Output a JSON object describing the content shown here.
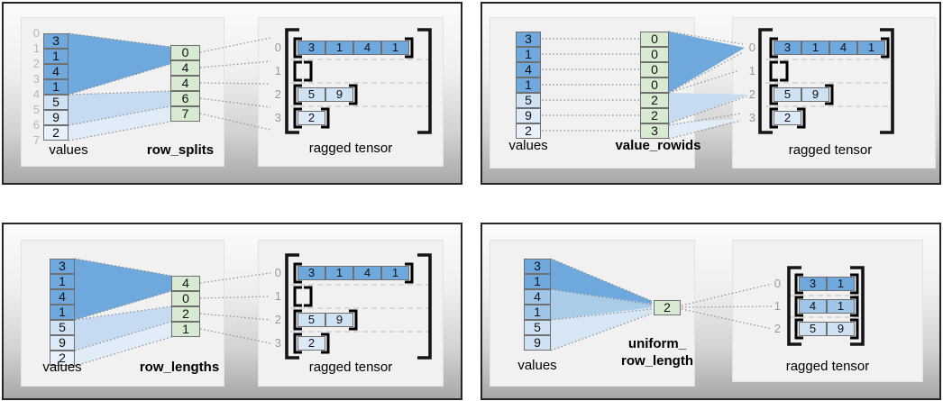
{
  "colors": {
    "dark_blue": "#6fa8dc",
    "medium_blue": "#9fc5e8",
    "light_blue": "#cfe2f3",
    "pale_blue": "#e8f1fb",
    "green": "#d9ead3"
  },
  "panels": [
    {
      "method": "row_splits",
      "values_label": "values",
      "ragged_label": "ragged tensor",
      "values": [
        "3",
        "1",
        "4",
        "1",
        "5",
        "9",
        "2"
      ],
      "indices": [
        "0",
        "1",
        "2",
        "3",
        "4",
        "5",
        "6",
        "7"
      ],
      "partition": [
        "0",
        "4",
        "4",
        "6",
        "7"
      ],
      "row_labels": [
        "0",
        "1",
        "2",
        "3"
      ],
      "rows": [
        [
          "3",
          "1",
          "4",
          "1"
        ],
        [],
        [
          "5",
          "9"
        ],
        [
          "2"
        ]
      ]
    },
    {
      "method": "value_rowids",
      "values_label": "values",
      "ragged_label": "ragged tensor",
      "values": [
        "3",
        "1",
        "4",
        "1",
        "5",
        "9",
        "2"
      ],
      "partition": [
        "0",
        "0",
        "0",
        "0",
        "2",
        "2",
        "3"
      ],
      "row_labels": [
        "0",
        "1",
        "2",
        "3"
      ],
      "rows": [
        [
          "3",
          "1",
          "4",
          "1"
        ],
        [],
        [
          "5",
          "9"
        ],
        [
          "2"
        ]
      ]
    },
    {
      "method": "row_lengths",
      "values_label": "values",
      "ragged_label": "ragged tensor",
      "values": [
        "3",
        "1",
        "4",
        "1",
        "5",
        "9",
        "2"
      ],
      "partition": [
        "4",
        "0",
        "2",
        "1"
      ],
      "row_labels": [
        "0",
        "1",
        "2",
        "3"
      ],
      "rows": [
        [
          "3",
          "1",
          "4",
          "1"
        ],
        [],
        [
          "5",
          "9"
        ],
        [
          "2"
        ]
      ]
    },
    {
      "method_lines": [
        "uniform_",
        "row_length"
      ],
      "values_label": "values",
      "ragged_label": "ragged tensor",
      "values": [
        "3",
        "1",
        "4",
        "1",
        "5",
        "9"
      ],
      "partition": [
        "2"
      ],
      "row_labels": [
        "0",
        "1",
        "2"
      ],
      "rows": [
        [
          "3",
          "1"
        ],
        [
          "4",
          "1"
        ],
        [
          "5",
          "9"
        ]
      ]
    }
  ]
}
